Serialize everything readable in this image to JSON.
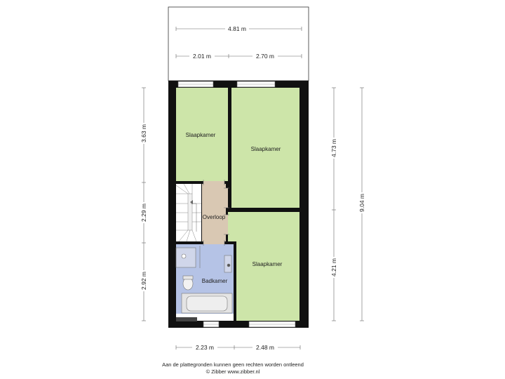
{
  "rooms": {
    "bedroom_1": "Slaapkamer",
    "bedroom_2": "Slaapkamer",
    "bedroom_3": "Slaapkamer",
    "landing": "Overloop",
    "bathroom": "Badkamer"
  },
  "dimensions": {
    "top_total": "4.81 m",
    "top_left": "2.01 m",
    "top_right": "2.70 m",
    "bottom_left": "2.23 m",
    "bottom_right": "2.48 m",
    "left_upper": "3.63 m",
    "left_middle": "2.29 m",
    "left_lower": "2.92 m",
    "right_upper": "4.73 m",
    "right_lower": "4.21 m",
    "right_total": "9.04 m"
  },
  "footer": {
    "disclaimer": "Aan de plattegronden kunnen geen rechten worden ontleend",
    "copyright": "© Zibber www.zibber.nl"
  },
  "colors": {
    "bedroom": "#cde5a9",
    "landing": "#d9c8b3",
    "bathroom": "#b5c3e6",
    "wall": "#111111",
    "dimension_line": "#666666"
  }
}
